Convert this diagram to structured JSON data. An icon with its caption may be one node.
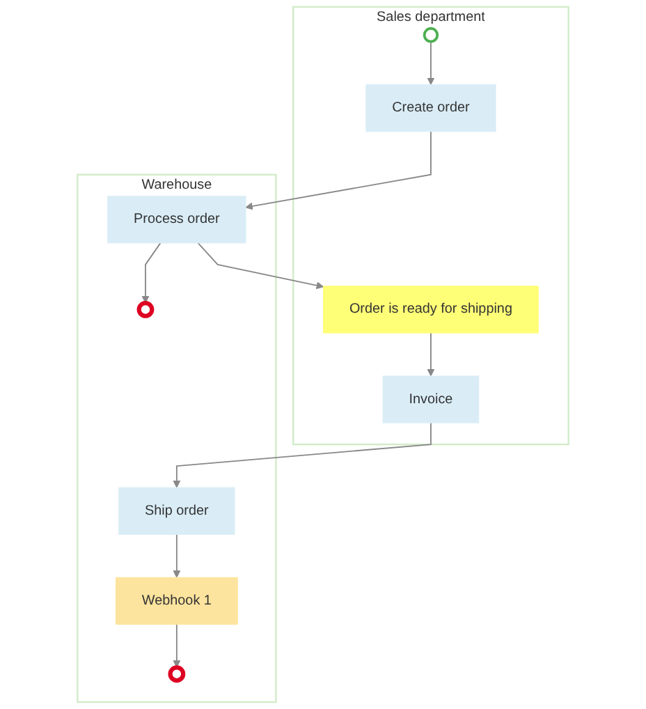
{
  "diagram": {
    "nodes": [
      {
        "text": [
          "Sales department"
        ]
      },
      {
        "text": [
          "Warehouse"
        ]
      },
      {
        "text": [],
        "shape": "circle",
        "in": 0
      },
      {
        "text": [
          "Create order"
        ],
        "in": 0
      },
      {
        "text": [
          "Order is ready for shipping"
        ],
        "in": 0
      },
      {
        "text": [
          "Invoice"
        ],
        "in": 0
      },
      {
        "text": [
          "Process order"
        ],
        "in": 1
      },
      {
        "text": [],
        "shape": "circle",
        "in": 1
      },
      {
        "text": [
          "Ship order"
        ],
        "in": 1
      },
      {
        "text": [
          "Webhook 1"
        ],
        "in": 1
      },
      {
        "text": [],
        "shape": "circle",
        "in": 1
      }
    ],
    "edges": [
      {
        "from": 2,
        "to": 3,
        "arrow": "to"
      },
      {
        "from": 3,
        "to": 6,
        "arrow": "to"
      },
      {
        "from": 6,
        "to": 7,
        "arrow": "to"
      },
      {
        "from": 6,
        "to": 4,
        "arrow": "to"
      },
      {
        "from": 4,
        "to": 5,
        "arrow": "to"
      },
      {
        "from": 5,
        "to": 8,
        "arrow": "to"
      },
      {
        "from": 8,
        "to": 9,
        "arrow": "to"
      },
      {
        "from": 9,
        "to": 10,
        "arrow": "to"
      }
    ]
  }
}
